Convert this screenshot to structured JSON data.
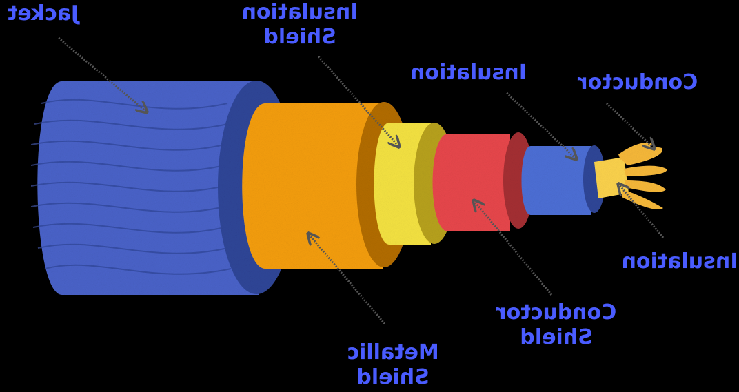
{
  "labels": {
    "jacket": "Jacket",
    "insulation_shield_line1": "Insulation",
    "insulation_shield_line2": "Shield",
    "insulation_top": "Insulation",
    "conductor": "Conductor",
    "insulation_right": "Insulation",
    "conductor_shield_line1": "Conductor",
    "conductor_shield_line2": "Shield",
    "metallic_shield_line1": "Metallic",
    "metallic_shield_line2": "Shield"
  },
  "colors": {
    "label": "#4a5cff",
    "jacket": "#4a63c9",
    "jacket_dark": "#2f4698",
    "metallic_shield": "#f59e0b",
    "metallic_shield_dark": "#b36d05",
    "insulation_shield": "#f5e342",
    "insulation_shield_dark": "#b8a21c",
    "conductor_shield": "#e8474c",
    "conductor_shield_dark": "#a52f33",
    "inner_insulation": "#4d6fd6",
    "conductor_core": "#fcd34d",
    "strands": "#f7b93a",
    "arrow": "#555555"
  }
}
